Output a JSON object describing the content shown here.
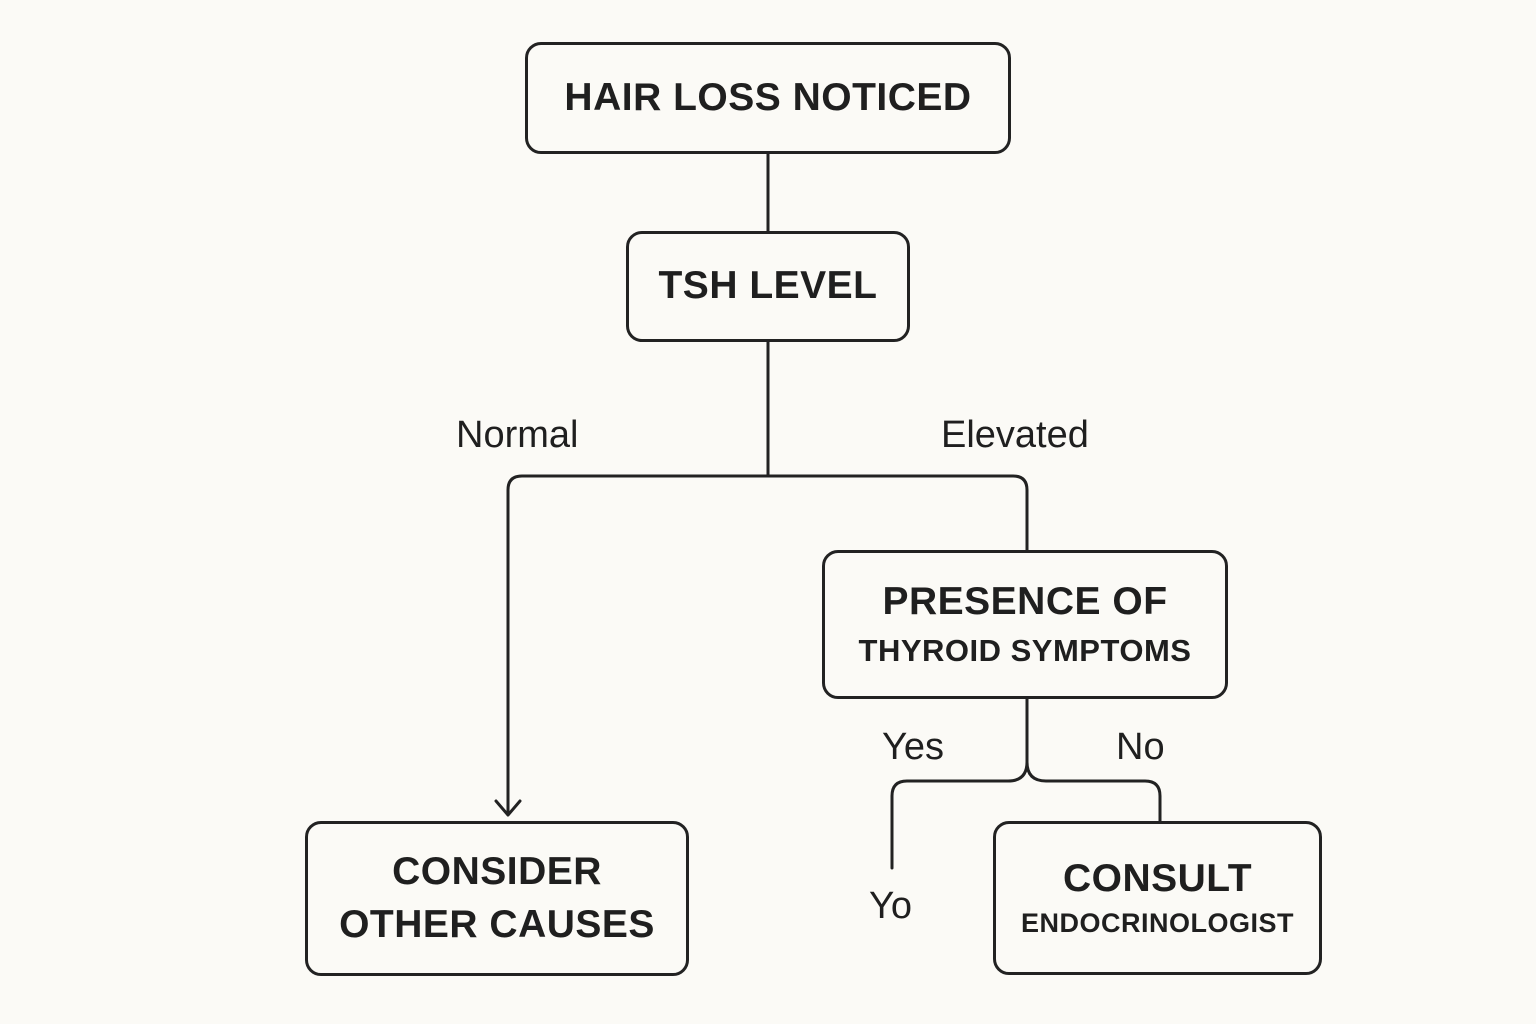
{
  "nodes": {
    "hair_loss": "HAIR LOSS NOTICED",
    "tsh_level": "TSH LEVEL",
    "presence_line1": "PRESENCE OF",
    "presence_line2": "THYROID SYMPTOMS",
    "consider_line1": "CONSIDER",
    "consider_line2": "OTHER CAUSES",
    "consult_line1": "CONSULT",
    "consult_line2": "ENDOCRINOLOGIST"
  },
  "edge_labels": {
    "normal": "Normal",
    "elevated": "Elevated",
    "yes": "Yes",
    "no": "No",
    "yo": "Yo"
  },
  "colors": {
    "background": "#fbfaf6",
    "stroke": "#222222",
    "text": "#1f1f1f"
  }
}
